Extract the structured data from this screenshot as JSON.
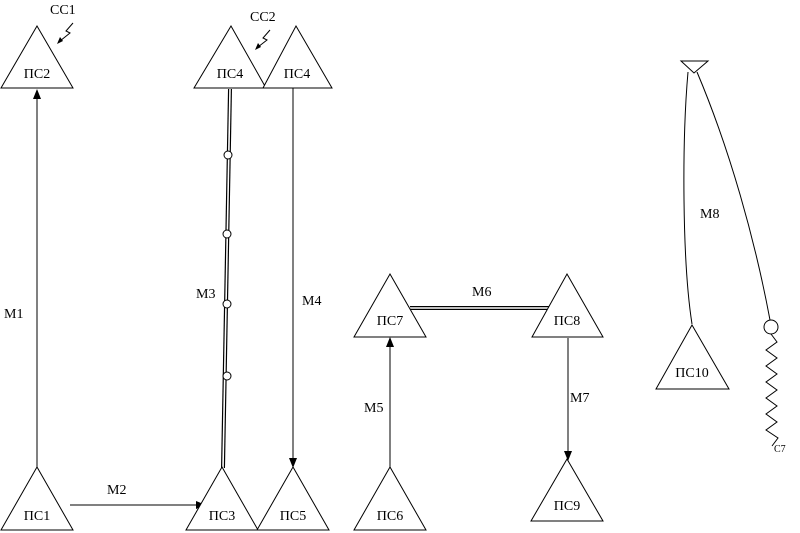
{
  "nodes": [
    {
      "id": "n-pc2",
      "label": "ПС2"
    },
    {
      "id": "n-pc4a",
      "label": "ПС4"
    },
    {
      "id": "n-pc4b",
      "label": "ПС4"
    },
    {
      "id": "n-pc7",
      "label": "ПС7"
    },
    {
      "id": "n-pc8",
      "label": "ПС8"
    },
    {
      "id": "n-pc10",
      "label": "ПС10"
    },
    {
      "id": "n-pc1",
      "label": "ПС1"
    },
    {
      "id": "n-pc3",
      "label": "ПС3"
    },
    {
      "id": "n-pc5",
      "label": "ПС5"
    },
    {
      "id": "n-pc6",
      "label": "ПС6"
    },
    {
      "id": "n-pc9",
      "label": "ПС9"
    }
  ],
  "links": [
    {
      "id": "m1",
      "label": "М1",
      "style": "arrow"
    },
    {
      "id": "m2",
      "label": "М2",
      "style": "arrow"
    },
    {
      "id": "m3",
      "label": "М3",
      "style": "double"
    },
    {
      "id": "m4",
      "label": "М4",
      "style": "arrow"
    },
    {
      "id": "m5",
      "label": "М5",
      "style": "arrow"
    },
    {
      "id": "m6",
      "label": "М6",
      "style": "double"
    },
    {
      "id": "m7",
      "label": "М7",
      "style": "arrow"
    },
    {
      "id": "m8",
      "label": "М8",
      "style": "plain"
    }
  ],
  "annotations": [
    {
      "id": "cc1",
      "label": "СС1"
    },
    {
      "id": "cc2",
      "label": "СС2"
    },
    {
      "id": "c7",
      "label": "С7"
    }
  ]
}
